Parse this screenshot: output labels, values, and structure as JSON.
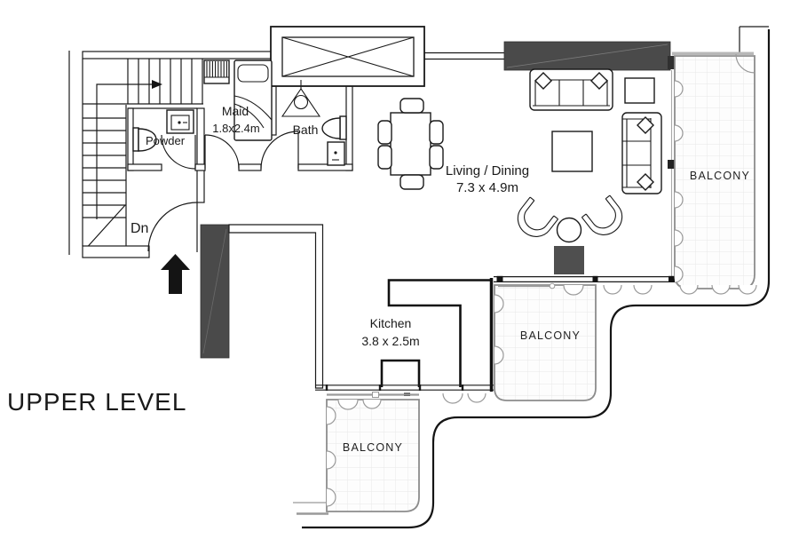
{
  "plan": {
    "level_title": "UPPER LEVEL",
    "stairs": {
      "direction": "Dn"
    },
    "rooms": {
      "powder": {
        "name": "Powder"
      },
      "maid": {
        "name": "Maid",
        "size": "1.8x2.4m"
      },
      "bath": {
        "name": "Bath"
      },
      "living": {
        "name": "Living / Dining",
        "size": "7.3 x 4.9m"
      },
      "kitchen": {
        "name": "Kitchen",
        "size": "3.8 x 2.5m"
      }
    },
    "balconies": {
      "right": "BALCONY",
      "middle": "BALCONY",
      "bottom": "BALCONY"
    },
    "colors": {
      "line": "#1a1a1a",
      "dark_wall": "#4a4a4a",
      "balcony_border": "#8c8c8c",
      "tile_grid": "#e7e7e7",
      "background": "#ffffff"
    }
  }
}
